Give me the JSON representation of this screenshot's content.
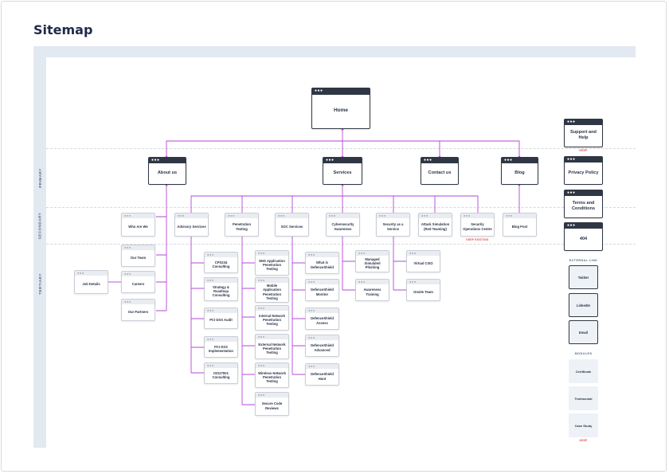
{
  "page_title": "Sitemap",
  "levels": {
    "primary": "PRIMARY",
    "secondary": "SECONDARY",
    "tertiary": "TERTIARY"
  },
  "colors": {
    "connector": "#b347d9",
    "frame": "#e3e9f1",
    "heading": "#1f2a4a",
    "note": "#e0443c"
  },
  "home": "Home",
  "primary": {
    "about": "About us",
    "services": "Services",
    "contact": "Contact us",
    "blog": "Blog"
  },
  "about_children": [
    "Who Are We",
    "Our Team",
    "Careers",
    "Our Partners"
  ],
  "job_details": "Job Details",
  "service_children": [
    "Advisory Services",
    "Penetration Testing",
    "SOC Services",
    "Cybersecurity Awareness",
    "Security as a Service",
    "Attack Simulation (Red Teaming)",
    "Security Operations Centre"
  ],
  "soc_note": "KEEP EXISTING",
  "blog_post": "Blog Post",
  "advisory_items": [
    "CPS234 Consulting",
    "Strategy & Roadmap Consulting",
    "PCI DSS Audit",
    "PCI DSS Implementation",
    "ISO27001 Consulting"
  ],
  "pentest_items": [
    "Web Application Penetration Testing",
    "Mobile Application Penetration Testing",
    "Internal Network Penetration Testing",
    "External Network Penetration Testing",
    "Wireless Network Penetration Testing",
    "Secure Code Reviews"
  ],
  "soc_items": [
    "What is DefenceShield",
    "DefenceShield Monitor",
    "DefenceShield Assess",
    "DefenceShield Advanced",
    "DefenceShield Hunt"
  ],
  "awareness_items": [
    "Managed Simulated Phishing",
    "Awareness Training"
  ],
  "saas_items": [
    "Virtual CISO",
    "Onsite Team"
  ],
  "side_pages": [
    "Support and Help",
    "Privacy Policy",
    "Terms and Conditions",
    "404"
  ],
  "support_note": "KEEP",
  "external_heading": "EXTERNAL LINK",
  "external_links": [
    "Twitter",
    "LinkedIn",
    "Email"
  ],
  "modules_heading": "MODULES",
  "modules": [
    "Certificate",
    "Testimonial",
    "Case Study"
  ],
  "modules_note": "KEEP"
}
